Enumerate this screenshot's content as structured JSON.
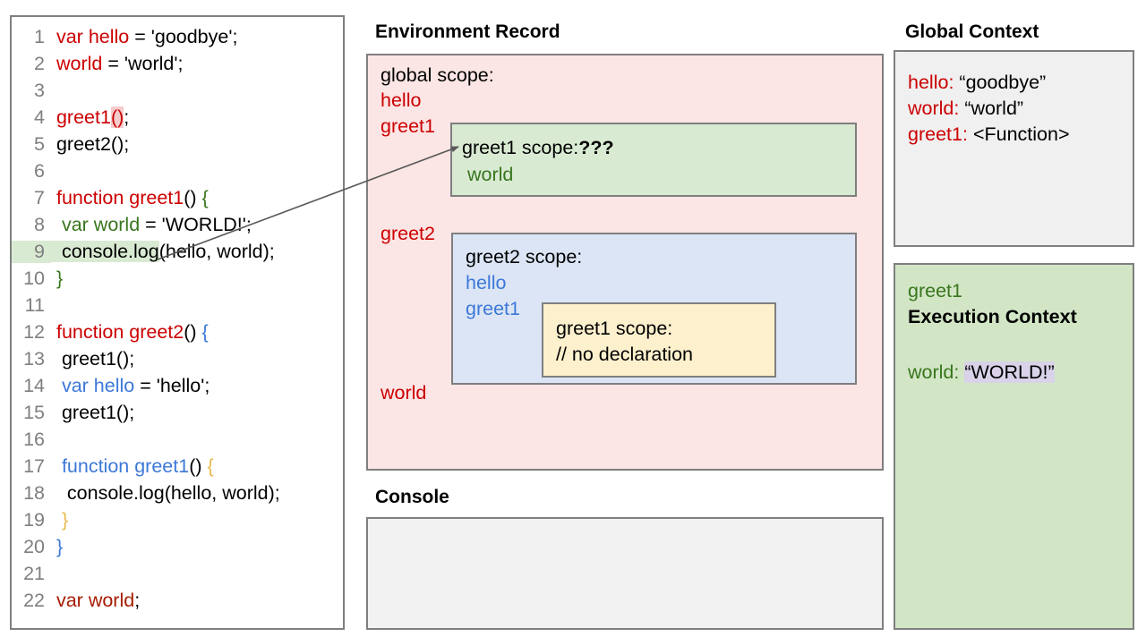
{
  "colors": {
    "global_red": "#cc0000",
    "greet1_green": "#38761d",
    "greet2_blue": "#3c78d8",
    "env_panel_bg": "#fce5e5",
    "greet1_box_bg": "#d9ead3",
    "greet2_box_bg": "#dbe5f5",
    "inner_box_bg": "#fdf0cd",
    "exec_ctx_bg": "#d2e6c6",
    "global_ctx_bg": "#f0f0f0",
    "console_bg": "#f2f2f2",
    "highlight_pink": "#f4cccc",
    "highlight_green": "#d9ead3",
    "highlight_purple": "#d9d2e9",
    "border": "#7f7f7f"
  },
  "editor": {
    "lines": [
      {
        "n": "1",
        "segments": [
          {
            "t": " var hello",
            "c": "t-red"
          },
          {
            "t": " = 'goodbye';",
            "c": "t-black"
          }
        ]
      },
      {
        "n": "2",
        "segments": [
          {
            "t": " world",
            "c": "t-red"
          },
          {
            "t": " = 'world';",
            "c": "t-black"
          }
        ]
      },
      {
        "n": "3",
        "segments": []
      },
      {
        "n": "4",
        "segments": [
          {
            "t": " greet1",
            "c": "t-red"
          },
          {
            "t": "()",
            "c": "t-red hl-pink"
          },
          {
            "t": ";",
            "c": "t-black"
          }
        ]
      },
      {
        "n": "5",
        "segments": [
          {
            "t": " greet2();",
            "c": "t-black"
          }
        ]
      },
      {
        "n": "6",
        "segments": []
      },
      {
        "n": "7",
        "segments": [
          {
            "t": " function greet1",
            "c": "t-red"
          },
          {
            "t": "() ",
            "c": "t-black"
          },
          {
            "t": "{",
            "c": "t-green"
          }
        ]
      },
      {
        "n": "8",
        "segments": [
          {
            "t": "  var world",
            "c": "t-green"
          },
          {
            "t": " = 'WORLD!';",
            "c": "t-black"
          }
        ]
      },
      {
        "n": "9",
        "segments": [
          {
            "t": "  console.log",
            "c": "t-black hl-grn"
          },
          {
            "t": "(hello, world);",
            "c": "t-black"
          }
        ],
        "ln_highlight": true
      },
      {
        "n": "10",
        "segments": [
          {
            "t": " }",
            "c": "t-green"
          }
        ]
      },
      {
        "n": "11",
        "segments": []
      },
      {
        "n": "12",
        "segments": [
          {
            "t": " function greet2",
            "c": "t-red"
          },
          {
            "t": "() ",
            "c": "t-black"
          },
          {
            "t": "{",
            "c": "t-blue"
          }
        ]
      },
      {
        "n": "13",
        "segments": [
          {
            "t": "  greet1();",
            "c": "t-black"
          }
        ]
      },
      {
        "n": "14",
        "segments": [
          {
            "t": "  var hello",
            "c": "t-blue"
          },
          {
            "t": " = 'hello';",
            "c": "t-black"
          }
        ]
      },
      {
        "n": "15",
        "segments": [
          {
            "t": "  greet1();",
            "c": "t-black"
          }
        ]
      },
      {
        "n": "16",
        "segments": []
      },
      {
        "n": "17",
        "segments": [
          {
            "t": "  function greet1",
            "c": "t-blue"
          },
          {
            "t": "() ",
            "c": "t-black"
          },
          {
            "t": "{",
            "c": "t-orange"
          }
        ]
      },
      {
        "n": "18",
        "segments": [
          {
            "t": "   console.log(hello, world);",
            "c": "t-black"
          }
        ]
      },
      {
        "n": "19",
        "segments": [
          {
            "t": "  }",
            "c": "t-orange"
          }
        ]
      },
      {
        "n": "20",
        "segments": [
          {
            "t": " }",
            "c": "t-blue"
          }
        ]
      },
      {
        "n": "21",
        "segments": []
      },
      {
        "n": "22",
        "segments": [
          {
            "t": " var world",
            "c": "t-dred"
          },
          {
            "t": ";",
            "c": "t-black"
          }
        ]
      }
    ]
  },
  "environment_record": {
    "title": "Environment Record",
    "global_scope_label": "global scope:",
    "bindings": [
      "hello",
      "greet1",
      "greet2",
      "world"
    ],
    "greet1_scope": {
      "title_prefix": "greet1 scope:",
      "title_unknown": "???",
      "vars": [
        "world"
      ]
    },
    "greet2_scope": {
      "title": "greet2 scope:",
      "vars": [
        "hello",
        "greet1"
      ],
      "inner_greet1_scope": {
        "title": "greet1 scope:",
        "note": "// no declaration"
      }
    }
  },
  "console": {
    "title": "Console",
    "output": ""
  },
  "global_context": {
    "title": "Global Context",
    "entries": [
      {
        "key": "hello",
        "value": "“goodbye”"
      },
      {
        "key": "world",
        "value": "“world”"
      },
      {
        "key": "greet1",
        "value": "<Function>"
      }
    ]
  },
  "execution_context": {
    "fn_name": "greet1",
    "heading": "Execution Context",
    "entry_key": "world",
    "entry_value": "“WORLD!”"
  }
}
